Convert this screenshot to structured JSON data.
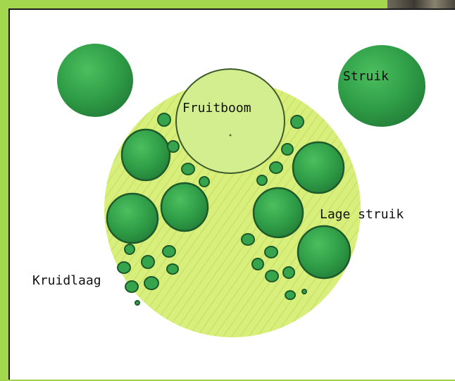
{
  "labels": {
    "fruitboom": "Fruitboom",
    "struik": "Struik",
    "lage_struik": "Lage struik",
    "kruidlaag": "Kruidlaag"
  },
  "colors": {
    "frame": "#a3d84e",
    "ground": "#d8ee7a",
    "shrub": "#2e9e47",
    "shrub_outline": "#1d5a2a",
    "tree_crown": "#d4ee90"
  }
}
